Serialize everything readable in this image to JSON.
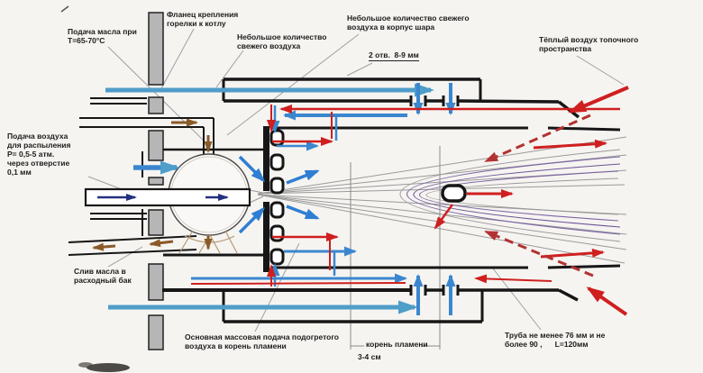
{
  "diagram_title": "Схема масляной горелки (oil burner scheme)",
  "colors": {
    "background": "#f6f4f1",
    "structure_black": "#161616",
    "flange_gray": "#b6b6b6",
    "fresh_air_blue": "#4f9dc9",
    "air_arrow_blue": "#2f7ed2",
    "hot_air_red": "#cf1f1f",
    "recirculation_dashed_red": "#b23232",
    "oil_brown": "#8a5a28",
    "tube_air_navy": "#23307f",
    "flame_purple": "#7c64a4",
    "flame_gray": "#9a9a9a"
  },
  "labels": {
    "oil_supply": {
      "l1": "Подача масла при",
      "l2": "Т=65-70°С"
    },
    "flange": {
      "l1": "Фланец крепления",
      "l2": "горелки к котлу"
    },
    "fresh_air": {
      "l1": "Небольшое количество",
      "l2": "свежего воздуха"
    },
    "fresh_air_ball": {
      "l1": "Небольшое количество свежего",
      "l2": "воздуха в корпус шара"
    },
    "holes": {
      "l1": "2 отв.  8-9 мм"
    },
    "warm_air": {
      "l1": "Тёплый воздух топочного",
      "l2": "пространства"
    },
    "atomizer": {
      "l1": "Подача воздуха",
      "l2": "для распыления",
      "l3": "Р= 0,5-5 атм.",
      "l4": "через отверстие",
      "l5": "0,1 мм"
    },
    "oil_drain": {
      "l1": "Слив масла в",
      "l2": "расходный бак"
    },
    "main_air": {
      "l1": "Основная массовая подача подогретого",
      "l2": "воздуха в корень пламени"
    },
    "flame_root": {
      "l1": "корень пламени"
    },
    "flame_root_size": {
      "l1": "3-4 см"
    },
    "tube_size": {
      "l1": "Труба не менее 76 мм и не",
      "l2": "более 90 ,      L=120мм"
    }
  }
}
